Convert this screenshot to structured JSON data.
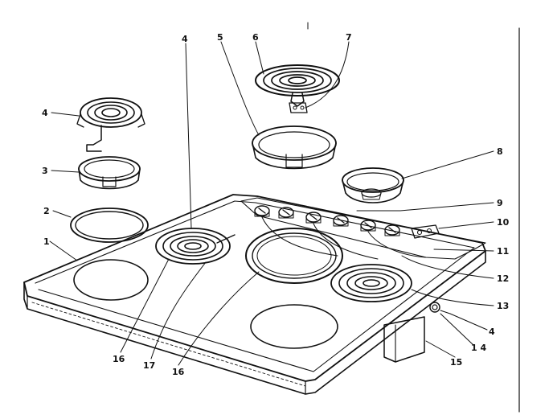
{
  "diagram": {
    "callouts": [
      {
        "id": "c1",
        "text": "1"
      },
      {
        "id": "c2",
        "text": "2"
      },
      {
        "id": "c3",
        "text": "3"
      },
      {
        "id": "c4a",
        "text": "4"
      },
      {
        "id": "c4b",
        "text": "4"
      },
      {
        "id": "c4c",
        "text": "4"
      },
      {
        "id": "c5",
        "text": "5"
      },
      {
        "id": "c6a",
        "text": "6"
      },
      {
        "id": "c7",
        "text": "7"
      },
      {
        "id": "c8",
        "text": "8"
      },
      {
        "id": "c9",
        "text": "9"
      },
      {
        "id": "c10",
        "text": "10"
      },
      {
        "id": "c11",
        "text": "11"
      },
      {
        "id": "c12",
        "text": "12"
      },
      {
        "id": "c13",
        "text": "13"
      },
      {
        "id": "c14",
        "text": "1 4"
      },
      {
        "id": "c15",
        "text": "15"
      },
      {
        "id": "c16a",
        "text": "16"
      },
      {
        "id": "c16b",
        "text": "16"
      },
      {
        "id": "c17",
        "text": "17"
      }
    ]
  }
}
